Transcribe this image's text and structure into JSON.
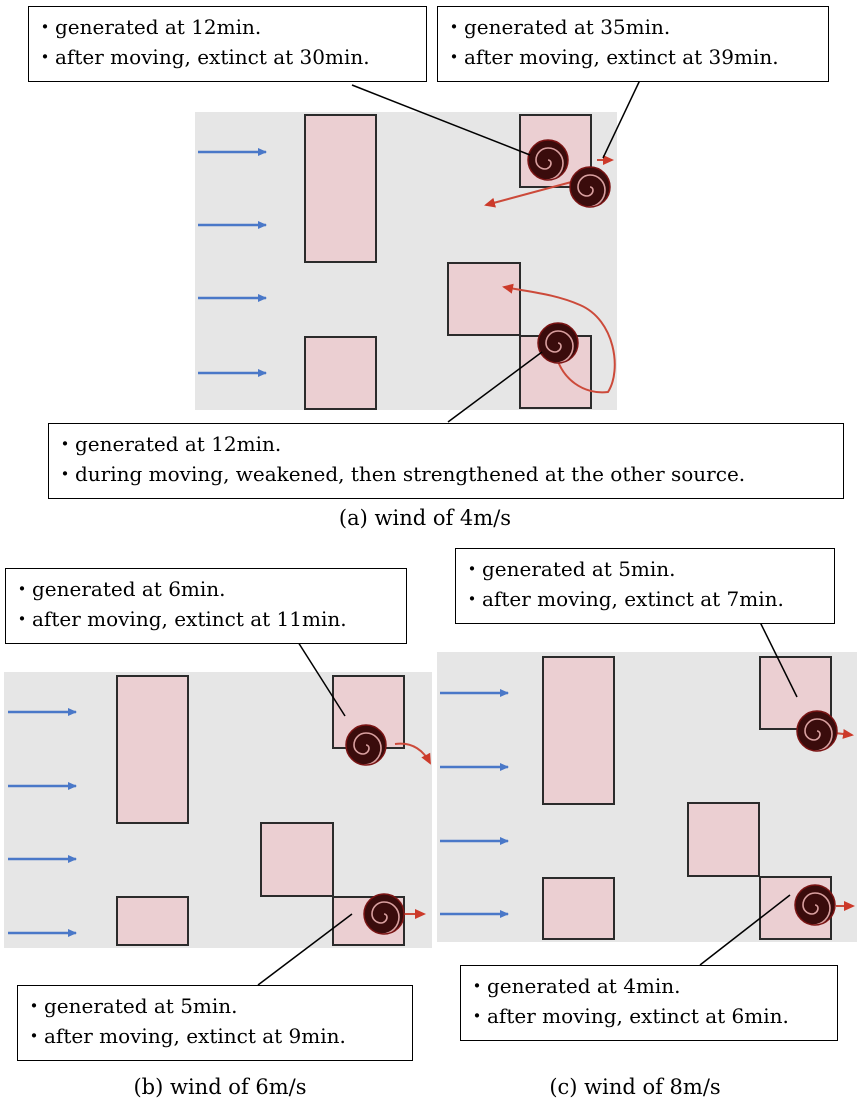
{
  "panel_a": {
    "caption": "(a) wind of 4m/s",
    "note_top_left": [
      "・generated at 12min.",
      "・after moving, extinct at 30min."
    ],
    "note_top_right": [
      "・generated at 35min.",
      "・after moving, extinct at 39min."
    ],
    "note_bottom": [
      "・generated at 12min.",
      "・during moving, weakened, then strengthened at the other source."
    ]
  },
  "panel_b": {
    "caption": "(b) wind of 6m/s",
    "note_top": [
      "・generated at 6min.",
      "・after moving, extinct at 11min."
    ],
    "note_bottom": [
      "・generated at 5min.",
      "・after moving, extinct at 9min."
    ]
  },
  "panel_c": {
    "caption": "(c) wind of 8m/s",
    "note_top": [
      "・generated at 5min.",
      "・after moving, extinct at 7min."
    ],
    "note_bottom": [
      "・generated at 4min.",
      "・after moving, extinct at 6min."
    ]
  },
  "colors": {
    "wind_arrow": "#4a78c8",
    "building_fill": "#ebcfd2",
    "vortex": "#8b1a1a",
    "trajectory": "#cc4a3a",
    "panel_background": "#e6e6e6"
  }
}
